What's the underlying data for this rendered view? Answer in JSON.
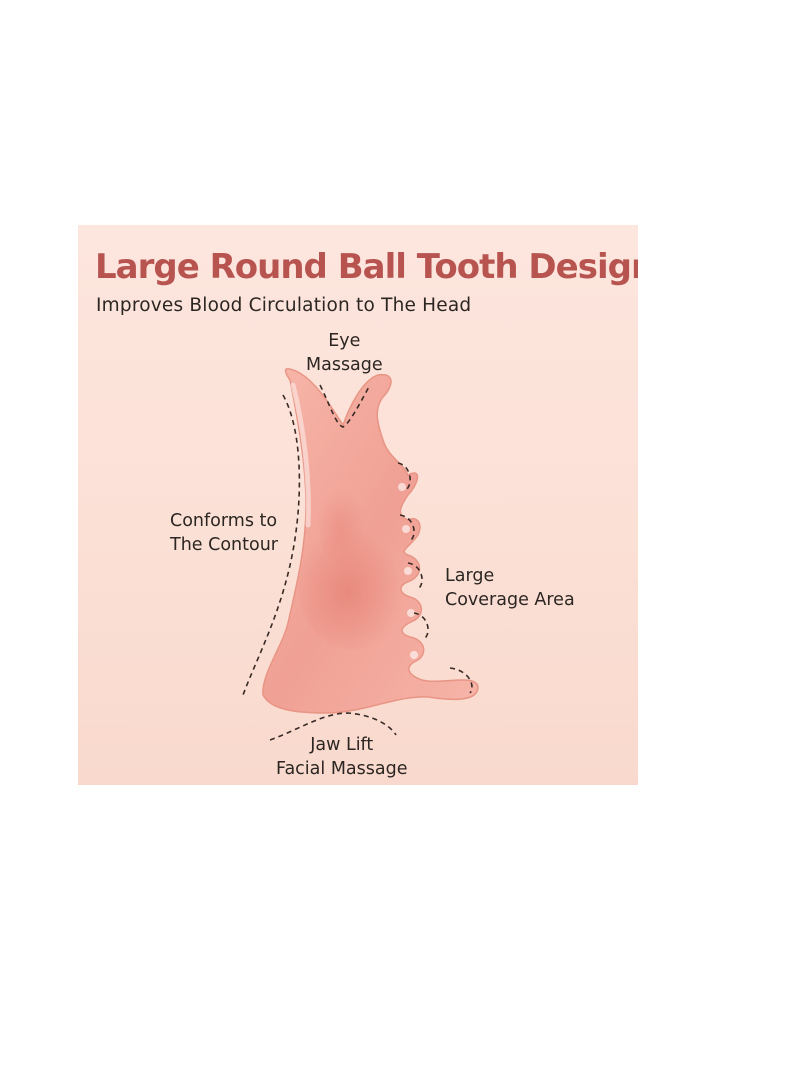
{
  "title": "Large Round Ball Tooth Design",
  "subtitle": "Improves Blood Circulation to The Head",
  "labels": {
    "eye": [
      "Eye",
      "Massage"
    ],
    "contour": [
      "Conforms to",
      "The Contour"
    ],
    "coverage": [
      "Large",
      "Coverage Area"
    ],
    "jaw": [
      "Jaw Lift",
      "Facial Massage"
    ]
  },
  "colors": {
    "title": "#b85450",
    "background": "#fde6de",
    "stone": "#f3a99d",
    "text": "#2c2622"
  },
  "icons": [
    "gua-sha-comb-image",
    "dashed-guide-line"
  ]
}
